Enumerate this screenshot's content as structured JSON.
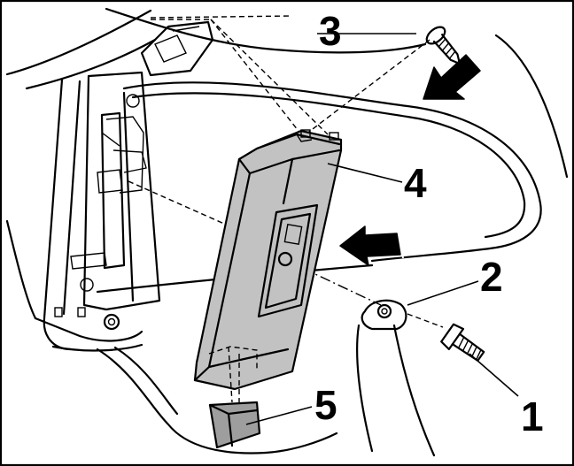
{
  "callouts": [
    "1",
    "2",
    "3",
    "4",
    "5"
  ],
  "colors": {
    "line": "#000000",
    "module_fill": "#c2c2c2",
    "clip_fill": "#9e9e9e",
    "background": "#ffffff"
  },
  "icons": [
    "screw-icon",
    "bolt-icon",
    "arrow-icon"
  ]
}
